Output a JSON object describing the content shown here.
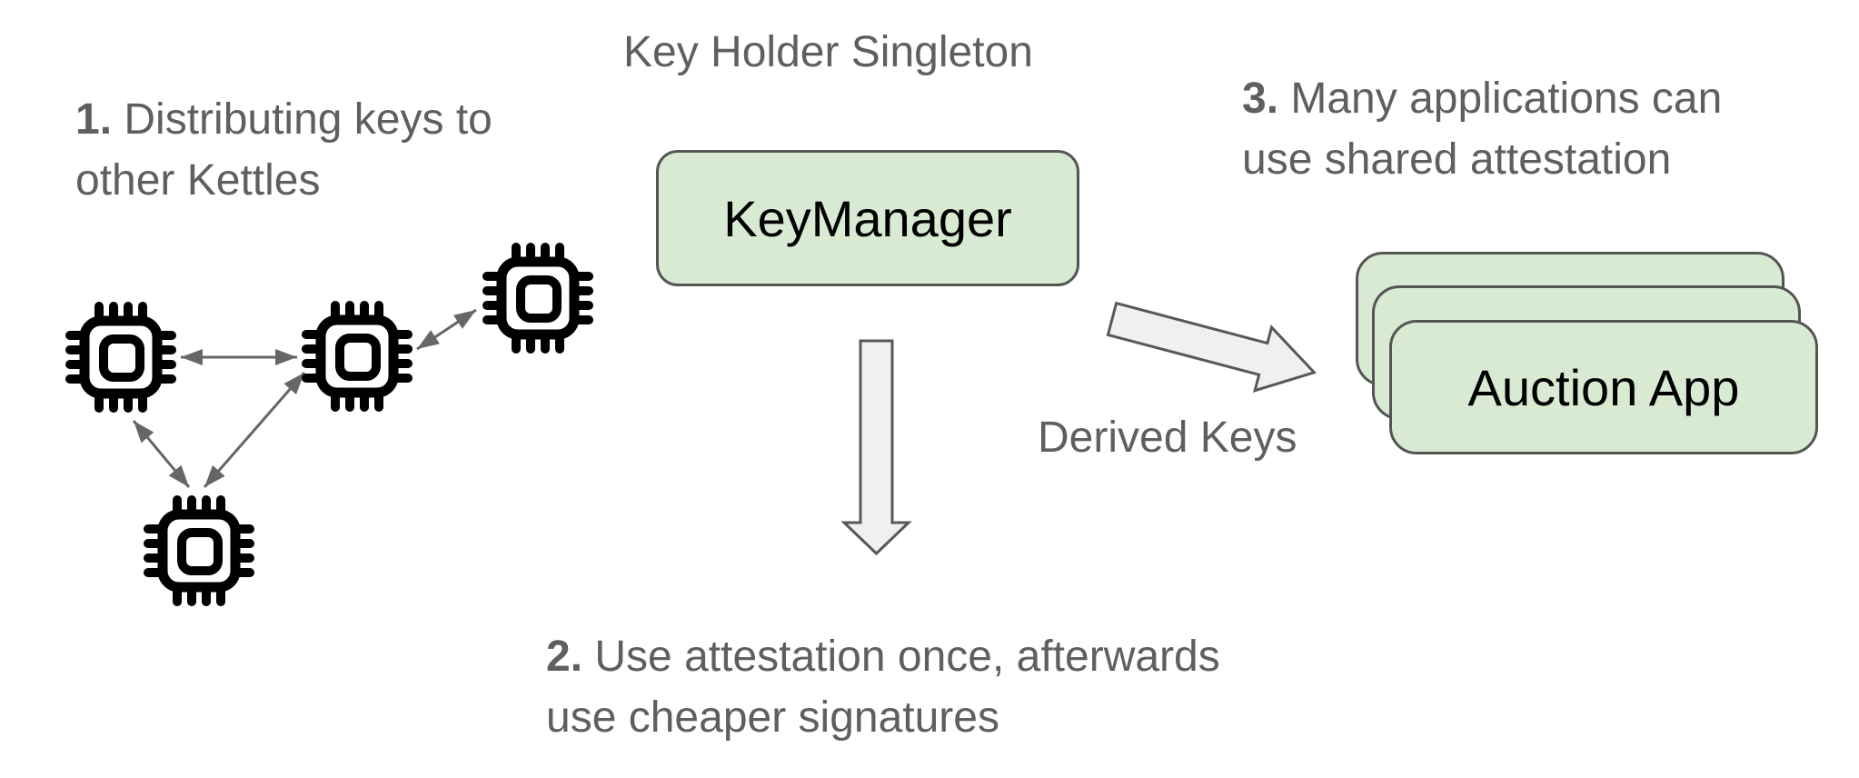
{
  "title": "Key Holder Singleton",
  "annotations": [
    {
      "number": "1.",
      "line1": "Distributing keys to",
      "line2": "other Kettles"
    },
    {
      "number": "2.",
      "line1": "Use attestation once, afterwards",
      "line2": "use cheaper signatures"
    },
    {
      "number": "3.",
      "line1": "Many applications can",
      "line2": "use shared attestation"
    }
  ],
  "nodes": {
    "key_manager": {
      "label": "KeyManager"
    },
    "auction_app": {
      "label": "Auction App",
      "stack_count": 3
    }
  },
  "edge_labels": {
    "derived_keys": "Derived Keys"
  },
  "icons": {
    "kettle_chip": "chip-icon",
    "kettle_chip_count": 4,
    "down_arrow": "block-arrow-down-icon",
    "diagonal_arrow": "block-arrow-diagonal-icon",
    "network_connector": "double-headed-arrow-icon"
  },
  "colors": {
    "background": "#ffffff",
    "node_fill": "#d9ead3",
    "node_border": "#555555",
    "node_text": "#000000",
    "label_text": "#5f5f5f",
    "connector": "#666666",
    "block_arrow_fill": "#f0f0f0",
    "block_arrow_border": "#58585a",
    "chip_icon": "#000000"
  }
}
